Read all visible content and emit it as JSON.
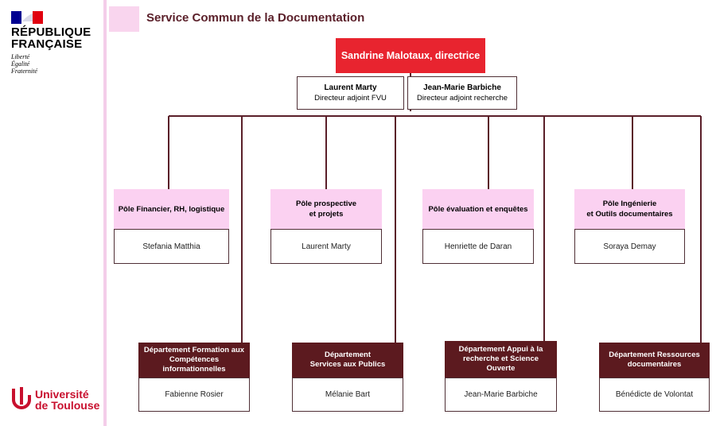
{
  "brand": {
    "title_line1": "RÉPUBLIQUE",
    "title_line2": "FRANÇAISE",
    "motto": [
      "Liberté",
      "Égalité",
      "Fraternité"
    ],
    "university_line1": "Université",
    "university_line2": "de Toulouse"
  },
  "header": {
    "title": "Service Commun de la Documentation"
  },
  "director": {
    "label": "Sandrine Malotaux, directrice"
  },
  "deputies": [
    {
      "name": "Laurent Marty",
      "role": "Directeur adjoint FVU"
    },
    {
      "name": "Jean-Marie Barbiche",
      "role": "Directeur adjoint recherche"
    }
  ],
  "poles": [
    {
      "title": "Pôle Financier, RH, logistique",
      "head": "Stefania Matthia"
    },
    {
      "title_line1": "Pôle prospective",
      "title_line2": "et projets",
      "head": "Laurent Marty"
    },
    {
      "title": "Pôle évaluation et enquêtes",
      "head": "Henriette de Daran"
    },
    {
      "title_line1": "Pôle Ingénierie",
      "title_line2": "et Outils documentaires",
      "head": "Soraya Demay"
    }
  ],
  "departments": [
    {
      "title_line1": "Département Formation aux",
      "title_line2": "Compétences",
      "title_line3": "informationnelles",
      "head": "Fabienne Rosier"
    },
    {
      "title_line1": "Département",
      "title_line2": "Services aux Publics",
      "head": "Mélanie Bart"
    },
    {
      "title_line1": "Département Appui à la",
      "title_line2": "recherche et Science Ouverte",
      "head": "Jean-Marie Barbiche"
    },
    {
      "title_line1": "Département Ressources",
      "title_line2": "documentaires",
      "head": "Bénédicte de Volontat"
    }
  ],
  "colors": {
    "director": "#e8242f",
    "pole": "#fbd1f1",
    "department": "#5c1a1f",
    "connector": "#5a1f29",
    "accent_band": "#f4cde9"
  }
}
